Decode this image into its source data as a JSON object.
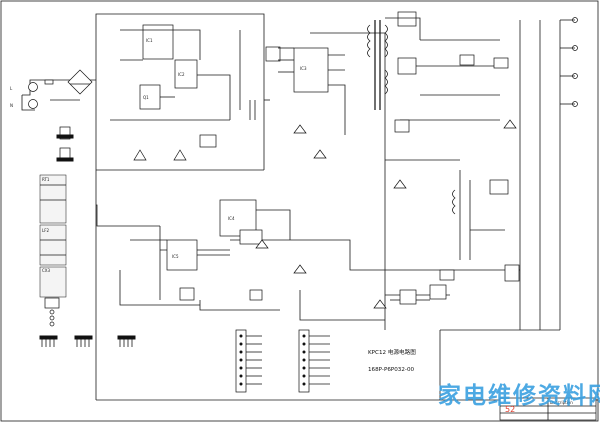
{
  "schematic": {
    "board_title": "KPC12 电源电路图",
    "board_code": "168P-P6P032-00",
    "watermark_text": "家电维修资料网",
    "watermark_url": "52",
    "title_block_label": "Description"
  },
  "colors": {
    "line": "#1a1a1a",
    "watermark_blue": "#3aa0e0",
    "watermark_red": "#e03a2a",
    "background": "#ffffff"
  }
}
